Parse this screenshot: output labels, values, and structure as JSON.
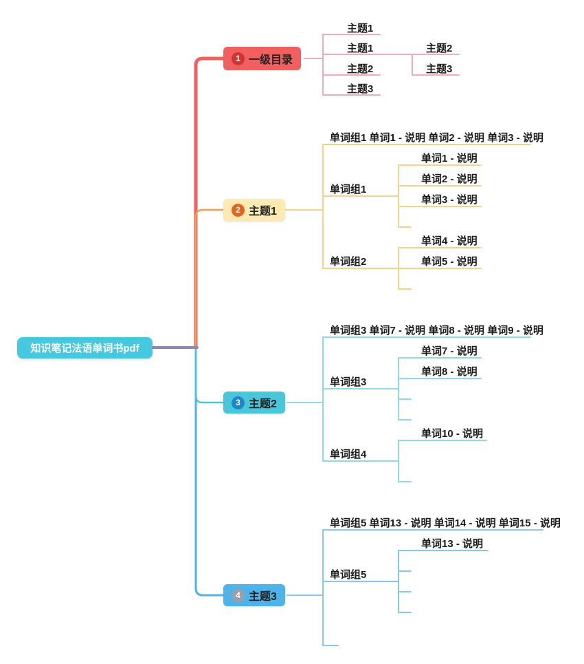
{
  "root": {
    "label": "知识笔记法语单词书pdf"
  },
  "branches": [
    {
      "badge": "1",
      "label": "一级目录",
      "children": [
        {
          "label": "主题1"
        },
        {
          "label": "主题1",
          "children": [
            {
              "label": "主题2"
            },
            {
              "label": "主题3"
            }
          ]
        },
        {
          "label": "主题2"
        },
        {
          "label": "主题3"
        }
      ]
    },
    {
      "badge": "2",
      "label": "主题1",
      "children": [
        {
          "label": "单词组1 单词1 - 说明 单词2 - 说明 单词3 - 说明"
        },
        {
          "label": "单词组1",
          "children": [
            {
              "label": "单词1 - 说明"
            },
            {
              "label": "单词2 - 说明"
            },
            {
              "label": "单词3 - 说明"
            }
          ]
        },
        {
          "label": "单词组2",
          "children": [
            {
              "label": "单词4 - 说明"
            },
            {
              "label": "单词5 - 说明"
            }
          ]
        }
      ]
    },
    {
      "badge": "3",
      "label": "主题2",
      "children": [
        {
          "label": "单词组3 单词7 - 说明 单词8 - 说明 单词9 - 说明"
        },
        {
          "label": "单词组3",
          "children": [
            {
              "label": "单词7 - 说明"
            },
            {
              "label": "单词8 - 说明"
            }
          ]
        },
        {
          "label": "单词组4",
          "children": [
            {
              "label": "单词10 - 说明"
            }
          ]
        }
      ]
    },
    {
      "badge": "4",
      "label": "主题3",
      "children": [
        {
          "label": "单词组5 单词13 - 说明 单词14 - 说明 单词15 - 说明"
        },
        {
          "label": "单词组5",
          "children": [
            {
              "label": "单词13 - 说明"
            }
          ]
        }
      ]
    }
  ],
  "colors": {
    "root_fill": "#45c8e0",
    "root_link": "#8d86ba",
    "branch1_fill": "#f15f5f",
    "branch1_line": "#f3aabb",
    "branch2_fill": "#fdeab2",
    "branch2_trunk": "#f0a052",
    "branch2_line": "#f3d489",
    "branch3_fill": "#49c6da",
    "branch3_line": "#8edce2",
    "bran4_fill": "#4db3e8",
    "branch4_line": "#88c8ef"
  }
}
